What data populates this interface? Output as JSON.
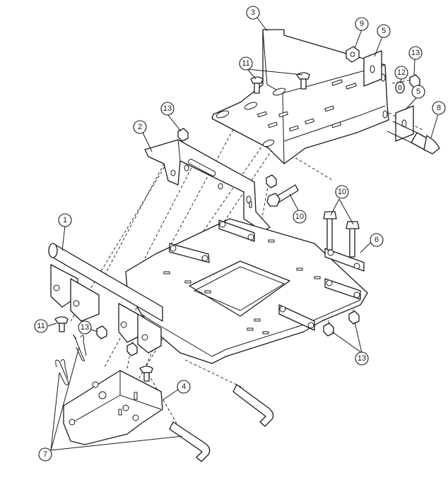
{
  "callouts": {
    "c1": "1",
    "c2": "2",
    "c3": "3",
    "c4": "4",
    "c5a": "5",
    "c5b": "5",
    "c6": "6",
    "c7": "7",
    "c8": "8",
    "c9": "9",
    "c10a": "10",
    "c10b": "10",
    "c11a": "11",
    "c11b": "11",
    "c12": "12",
    "c13a": "13",
    "c13b": "13",
    "c13c": "13",
    "c13d": "13"
  }
}
